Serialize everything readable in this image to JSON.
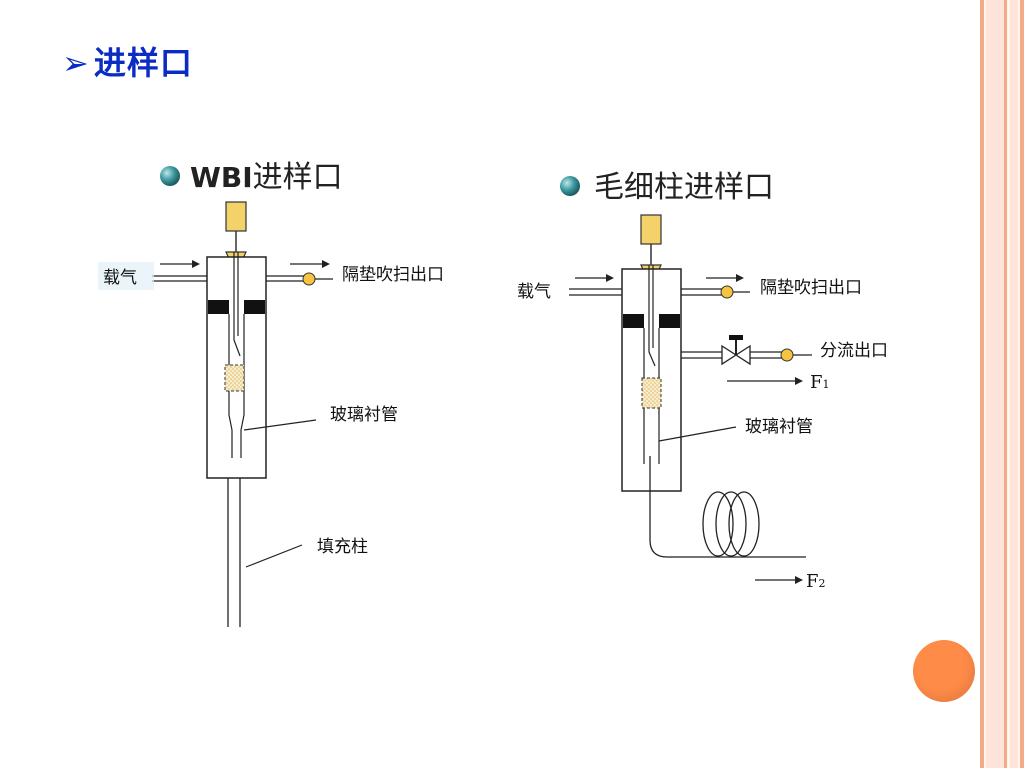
{
  "slide": {
    "title_bullet": "➢",
    "title": "进样口"
  },
  "wbi": {
    "heading_bold": "WBI",
    "heading_rest": "进样口",
    "carrier_gas": "载气",
    "septum_purge": "隔垫吹扫出口",
    "glass_liner": "玻璃衬管",
    "packed_column": "填充柱"
  },
  "capillary": {
    "heading": "毛细柱进样口",
    "carrier_gas": "载气",
    "septum_purge": "隔垫吹扫出口",
    "split_outlet": "分流出口",
    "glass_liner": "玻璃衬管",
    "f1_letter": "F",
    "f1_sub": "1",
    "f2_letter": "F",
    "f2_sub": "2"
  },
  "colors": {
    "title": "#0a2bc4",
    "border_light": "#fde3d8",
    "border_stripe": "#f4a987",
    "accent_circle": "#ff8b48",
    "syringe": "#f4d26a",
    "septum_purge_dot": "#f5c542",
    "bullet_ball": "#2f8b8f",
    "packing": "#f4e3b5"
  }
}
